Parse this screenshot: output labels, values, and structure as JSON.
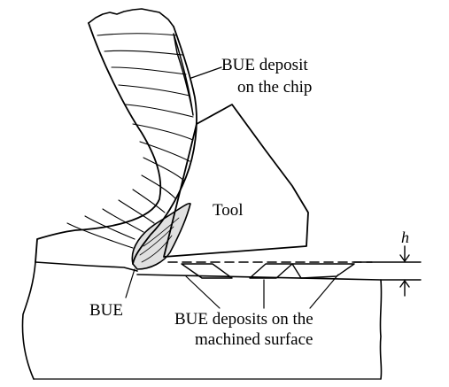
{
  "diagram": {
    "labels": {
      "bue_chip_line1": "BUE deposit",
      "bue_chip_line2": "on the chip",
      "tool": "Tool",
      "h": "h",
      "bue": "BUE",
      "bue_surface_line1": "BUE deposits on the",
      "bue_surface_line2": "machined surface"
    },
    "colors": {
      "ink": "#000000",
      "paper": "#ffffff"
    }
  }
}
